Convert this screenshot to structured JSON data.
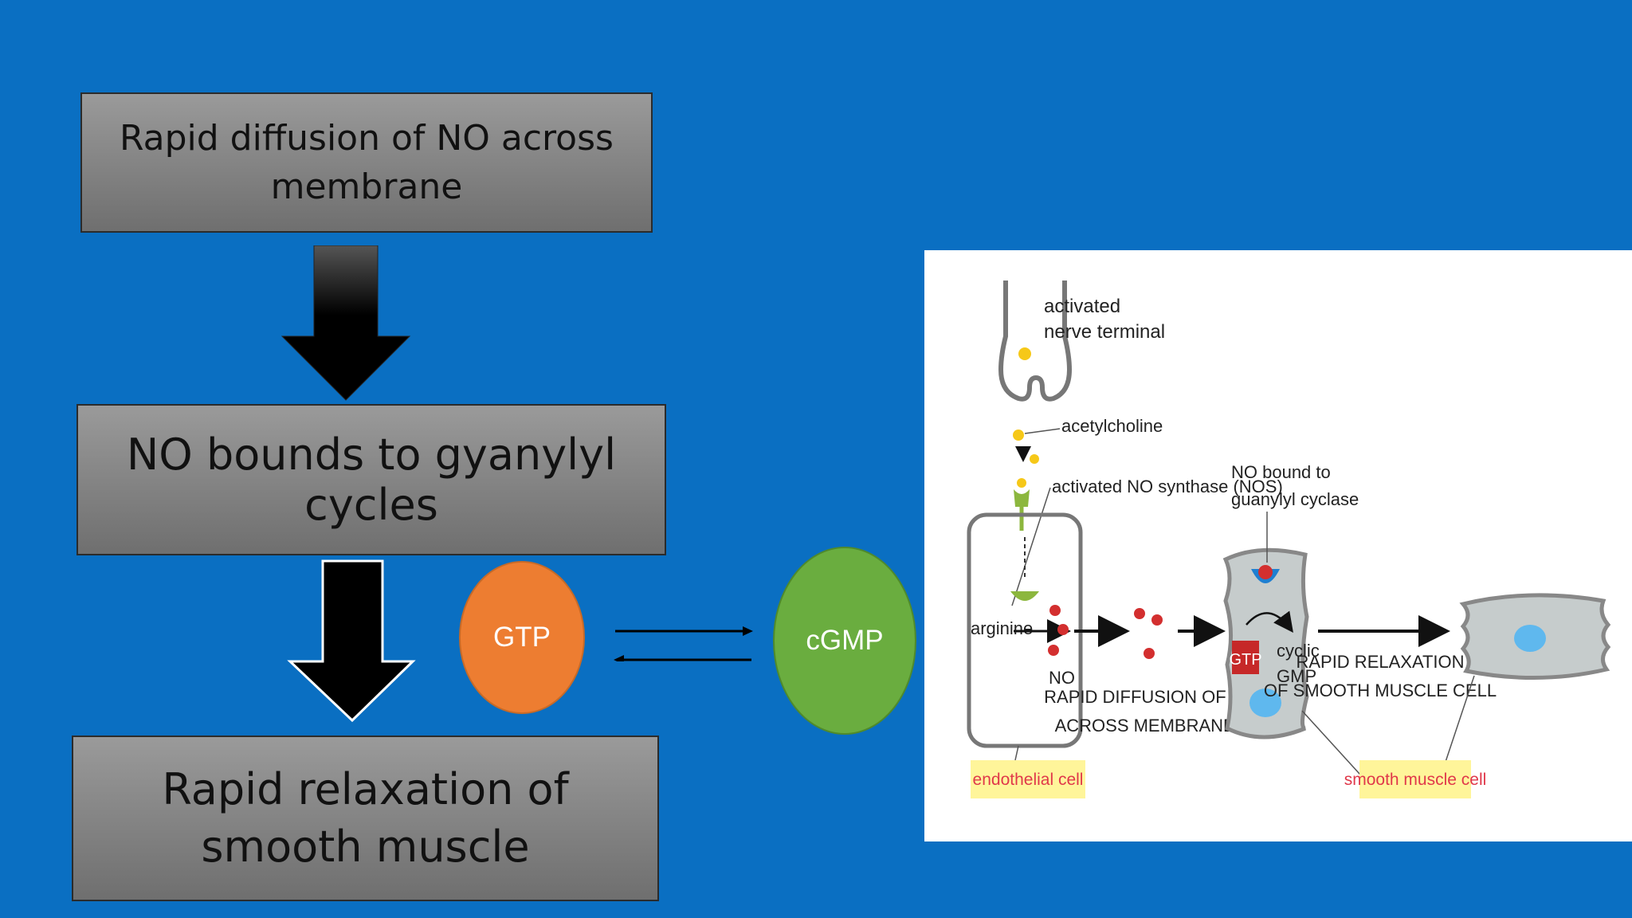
{
  "flow": {
    "step1": "Rapid diffusion of NO across membrane",
    "step2": "NO bounds to gyanylyl cycles",
    "step3": "Rapid relaxation of smooth muscle"
  },
  "reaction": {
    "substrate": "GTP",
    "product": "cGMP"
  },
  "illustration": {
    "activated_nerve_terminal_1": "activated",
    "activated_nerve_terminal_2": "nerve terminal",
    "acetylcholine": "acetylcholine",
    "nos": "activated NO synthase (NOS)",
    "no_bound_1": "NO bound to",
    "no_bound_2": "guanylyl cyclase",
    "arginine": "arginine",
    "no": "NO",
    "gtp": "GTP",
    "cyclic": "cyclic",
    "gmp": "GMP",
    "diffusion_1": "RAPID DIFFUSION OF NO",
    "diffusion_2": "ACROSS MEMBRANES",
    "relaxation_1": "RAPID RELAXATION",
    "relaxation_2": "OF SMOOTH MUSCLE CELL",
    "endothelial_cell": "endothelial cell",
    "smooth_muscle_cell": "smooth muscle cell"
  },
  "colors": {
    "background": "#0a6fc2",
    "gtp_circle": "#ed7d31",
    "cgmp_circle": "#6aad3f",
    "label_highlight": "#fff59a",
    "no_molecule": "#d32f2f"
  }
}
